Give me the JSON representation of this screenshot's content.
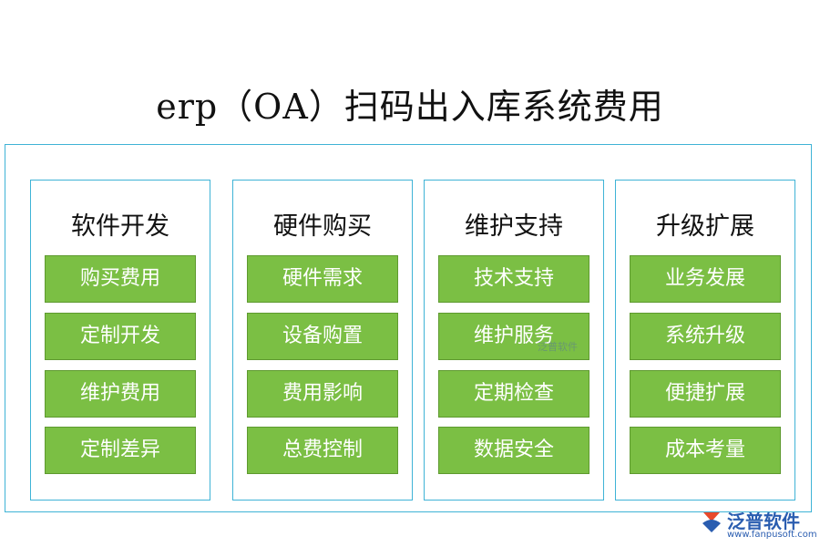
{
  "title": "erp（OA）扫码出入库系统费用",
  "columns": [
    {
      "title": "软件开发",
      "items": [
        "购买费用",
        "定制开发",
        "维护费用",
        "定制差异"
      ]
    },
    {
      "title": "硬件购买",
      "items": [
        "硬件需求",
        "设备购置",
        "费用影响",
        "总费控制"
      ]
    },
    {
      "title": "维护支持",
      "items": [
        "技术支持",
        "维护服务",
        "定期检查",
        "数据安全"
      ]
    },
    {
      "title": "升级扩展",
      "items": [
        "业务发展",
        "系统升级",
        "便捷扩展",
        "成本考量"
      ]
    }
  ],
  "watermark": {
    "small": "泛普软件"
  },
  "logo": {
    "name": "泛普软件",
    "url": "www.fanpusoft.com"
  },
  "colors": {
    "border": "#3fb3d6",
    "item_bg": "#7bbf44",
    "item_text": "#ffffff",
    "logo": "#2a5db0"
  }
}
